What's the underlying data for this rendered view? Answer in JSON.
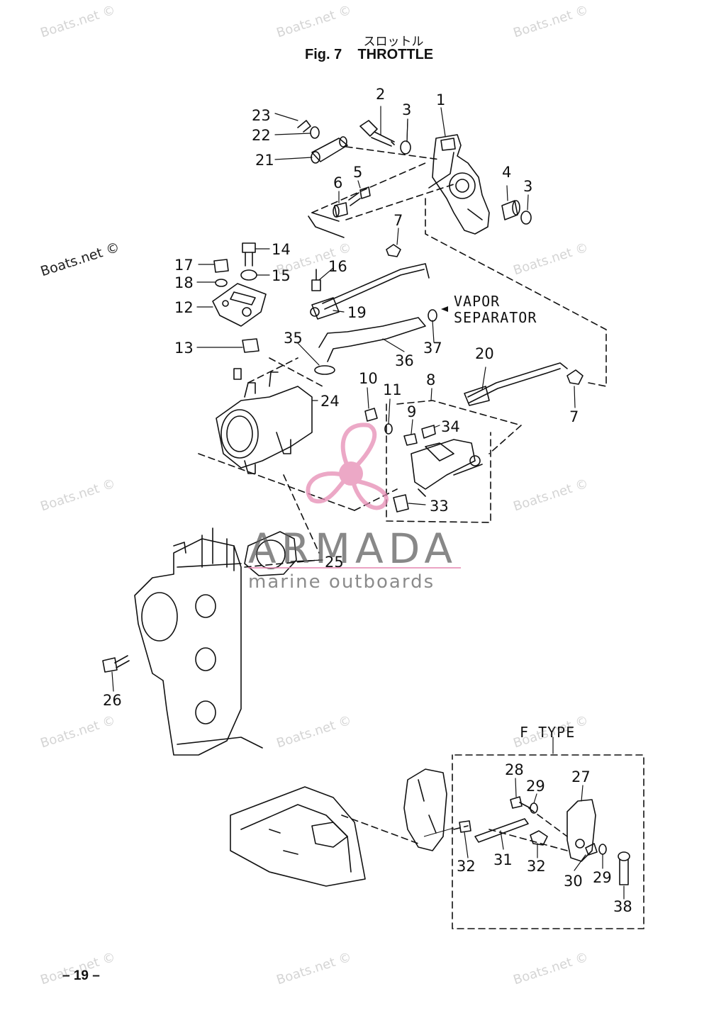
{
  "header": {
    "title_jp": "スロットル",
    "fig_label": "Fig. 7",
    "title": "THROTTLE"
  },
  "annotations": {
    "vapor_line1": "VAPOR",
    "vapor_line2": "SEPARATOR",
    "f_type": "F TYPE"
  },
  "part_labels": [
    "1",
    "2",
    "3",
    "3",
    "4",
    "5",
    "6",
    "7",
    "7",
    "8",
    "9",
    "10",
    "11",
    "12",
    "13",
    "14",
    "15",
    "16",
    "17",
    "18",
    "19",
    "20",
    "21",
    "22",
    "23",
    "24",
    "25",
    "26",
    "27",
    "28",
    "29",
    "29",
    "30",
    "31",
    "32",
    "32",
    "33",
    "34",
    "35",
    "36",
    "37",
    "38"
  ],
  "watermark": {
    "text": "Boats.net ©",
    "logo_main": "ARMADA",
    "logo_sub": "marine outboards",
    "logo_colors": {
      "prop": "#e68cb4",
      "text": "#5a5a5a"
    }
  },
  "footer": {
    "page_number": "– 19 –"
  }
}
